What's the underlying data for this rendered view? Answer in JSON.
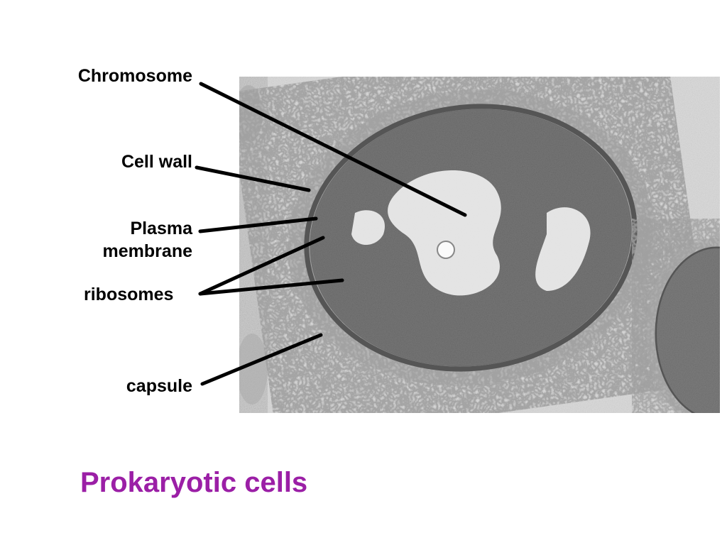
{
  "labels": {
    "chromosome": "Chromosome",
    "cell_wall": "Cell wall",
    "plasma_membrane_line1": "Plasma",
    "plasma_membrane_line2": "membrane",
    "ribosomes": "ribosomes",
    "capsule": "capsule"
  },
  "title": "Prokaryotic cells",
  "colors": {
    "title": "#9b1fa6",
    "label_text": "#000000",
    "leader_lines": "#000000",
    "background": "#ffffff"
  }
}
